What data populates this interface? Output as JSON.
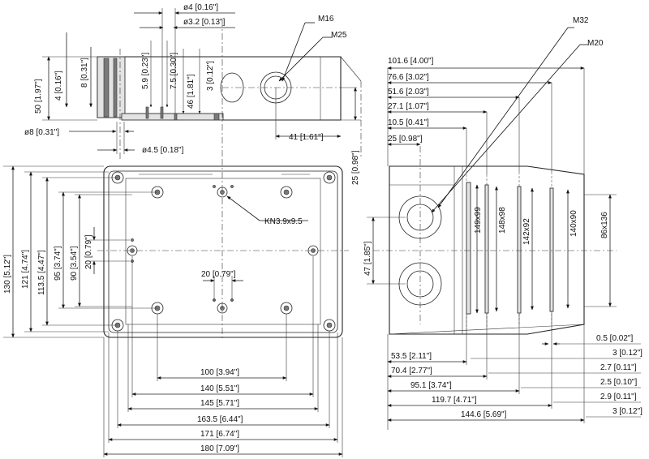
{
  "top_view": {
    "dims": {
      "d4": "ø4 [0.16\"]",
      "d32": "ø3.2 [0.13\"]",
      "h59": "5.9 [0.23\"]",
      "h75": "7.5 [0.30\"]",
      "h46": "46 [1.81\"]",
      "h3": "3 [0.12\"]",
      "h50": "50 [1.97\"]",
      "h4": "4 [0.16\"]",
      "h8": "8 [0.31\"]",
      "d8": "ø8 [0.31\"]",
      "d45": "ø4.5 [0.18\"]",
      "w41": "41 [1.61\"]",
      "h25": "25 [0.98\"]"
    },
    "threads": {
      "m16": "M16",
      "m25": "M25"
    }
  },
  "front_view": {
    "screw_label": "KN3.9x9.5",
    "dims": {
      "h130": "130 [5.12\"]",
      "h121": "121 [4.74\"]",
      "h1135": "113.5 [4.47\"]",
      "h95": "95 [3.74\"]",
      "h90": "90 [3.54\"]",
      "h20": "20 [0.79\"]",
      "w20": "20 [0.79\"]",
      "w100": "100 [3.94\"]",
      "w140": "140 [5.51\"]",
      "w145": "145 [5.71\"]",
      "w1635": "163.5 [6.44\"]",
      "w171": "171 [6.74\"]",
      "w180": "180 [7.09\"]"
    }
  },
  "side_view": {
    "threads": {
      "m32": "M32",
      "m20": "M20"
    },
    "dims": {
      "w1016": "101.6 [4.00\"]",
      "w766": "76.6 [3.02\"]",
      "w516": "51.6 [2.03\"]",
      "w271": "27.1 [1.07\"]",
      "w105": "10.5 [0.41\"]",
      "w25": "25 [0.98\"]",
      "h47": "47 [1.85\"]",
      "v149x99": "149x99",
      "v148x98": "148x98",
      "v142x92": "142x92",
      "v140x90": "140x90",
      "v86x136": "86x136",
      "w535": "53.5 [2.11\"]",
      "w704": "70.4 [2.77\"]",
      "w951": "95.1 [3.74\"]",
      "w1197": "119.7 [4.71\"]",
      "w1446": "144.6 [5.69\"]",
      "t05": "0.5 [0.02\"]",
      "t3a": "3 [0.12\"]",
      "t27": "2.7 [0.11\"]",
      "t25": "2.5 [0.10\"]",
      "t29": "2.9 [0.11\"]",
      "t3b": "3 [0.12\"]"
    }
  }
}
